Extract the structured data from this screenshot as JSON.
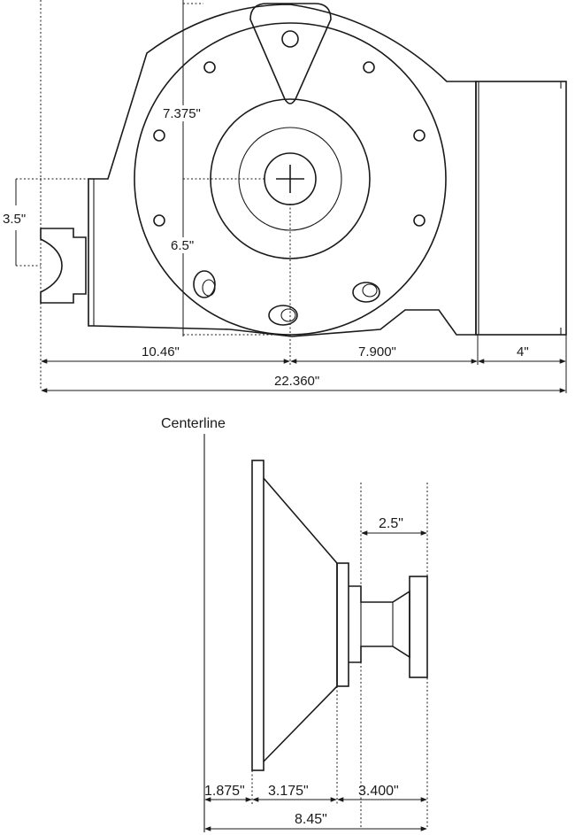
{
  "top_view": {
    "dims": {
      "height_upper": "7.375\"",
      "height_lower": "6.5\"",
      "mount_height": "3.5\"",
      "left_length": "10.46\"",
      "mid_length": "7.900\"",
      "motor_length": "4\"",
      "overall_length": "22.360\""
    }
  },
  "side_view": {
    "centerline_label": "Centerline",
    "dims": {
      "width_1": "2.5\"",
      "offset_a": "1.875\"",
      "offset_b": "3.175\"",
      "offset_c": "3.400\"",
      "overall": "8.45\""
    }
  },
  "colors": {
    "ink": "#1a1a1a",
    "paper": "#ffffff"
  }
}
